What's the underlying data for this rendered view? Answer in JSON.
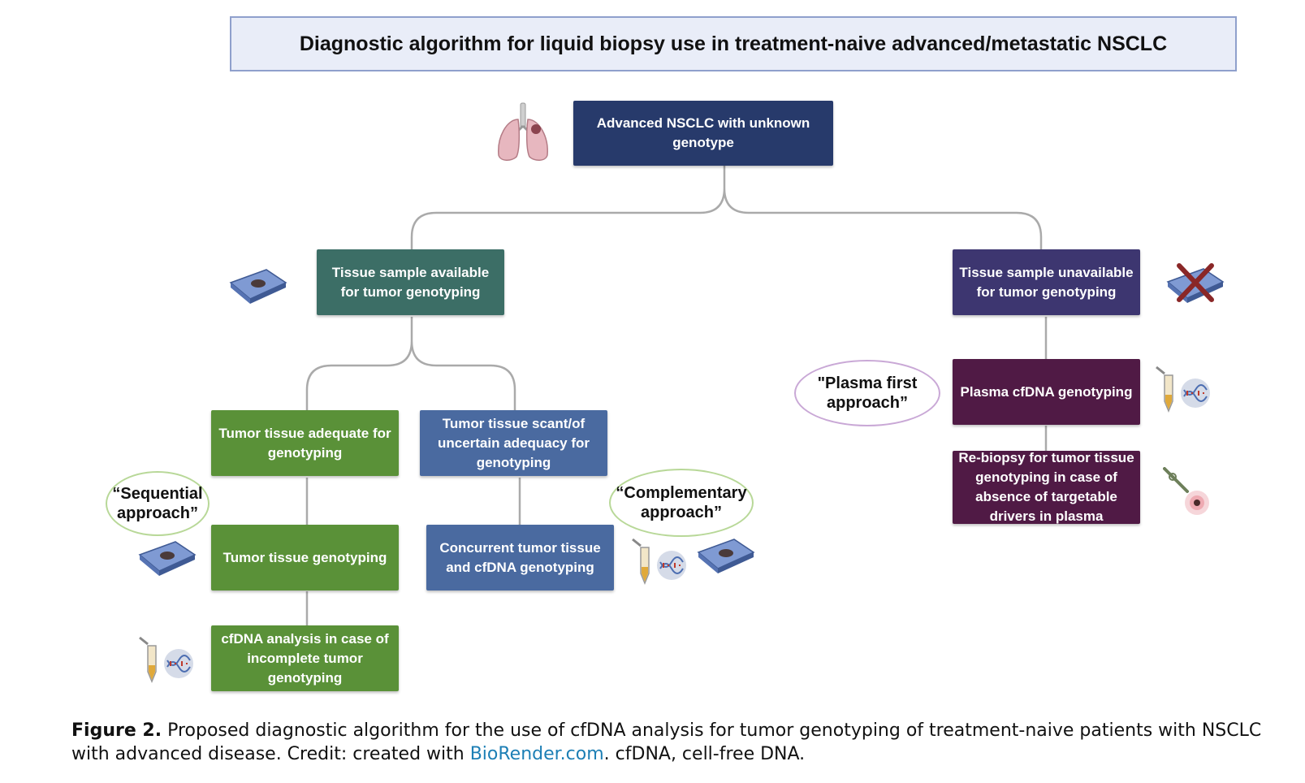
{
  "title": "Diagnostic algorithm for liquid biopsy use in treatment-naive advanced/metastatic NSCLC",
  "nodes": {
    "root": "Advanced NSCLC with unknown genotype",
    "tissue_available": "Tissue sample available for tumor genotyping",
    "tissue_unavailable": "Tissue sample unavailable for tumor genotyping",
    "tissue_adequate": "Tumor tissue adequate for genotyping",
    "tissue_scant": "Tumor tissue scant/of uncertain adequacy for genotyping",
    "tumor_genotyping": "Tumor tissue genotyping",
    "concurrent": "Concurrent tumor tissue and cfDNA genotyping",
    "cfdna_incomplete": "cfDNA analysis in case of incomplete tumor genotyping",
    "plasma_cfdna": "Plasma cfDNA genotyping",
    "rebiopsy": "Re-biopsy for tumor tissue genotyping in case of absence of targetable drivers in plasma"
  },
  "approaches": {
    "sequential": "“Sequential approach”",
    "complementary": "“Complementary approach”",
    "plasma_first": "\"Plasma first approach”"
  },
  "colors": {
    "root": "#273a6b",
    "tissue_available": "#3c6e66",
    "tissue_unavailable": "#3d3670",
    "green": "#5a9138",
    "blue": "#4a6aa0",
    "purple": "#501a45",
    "oval_border": "#b8d898",
    "oval_border_purple": "#c9a8d6",
    "connector": "#aaaaaa"
  },
  "icons": [
    "lungs-icon",
    "tissue-slide-icon",
    "crossed-slide-icon",
    "test-tube-dna-icon",
    "biopsy-needle-icon"
  ],
  "caption": {
    "label": "Figure 2.",
    "text": " Proposed diagnostic algorithm for the use of cfDNA analysis for tumor genotyping of treatment-naive patients with NSCLC with advanced disease. Credit: created with ",
    "link": "BioRender.com",
    "tail": ". cfDNA, cell-free DNA."
  }
}
